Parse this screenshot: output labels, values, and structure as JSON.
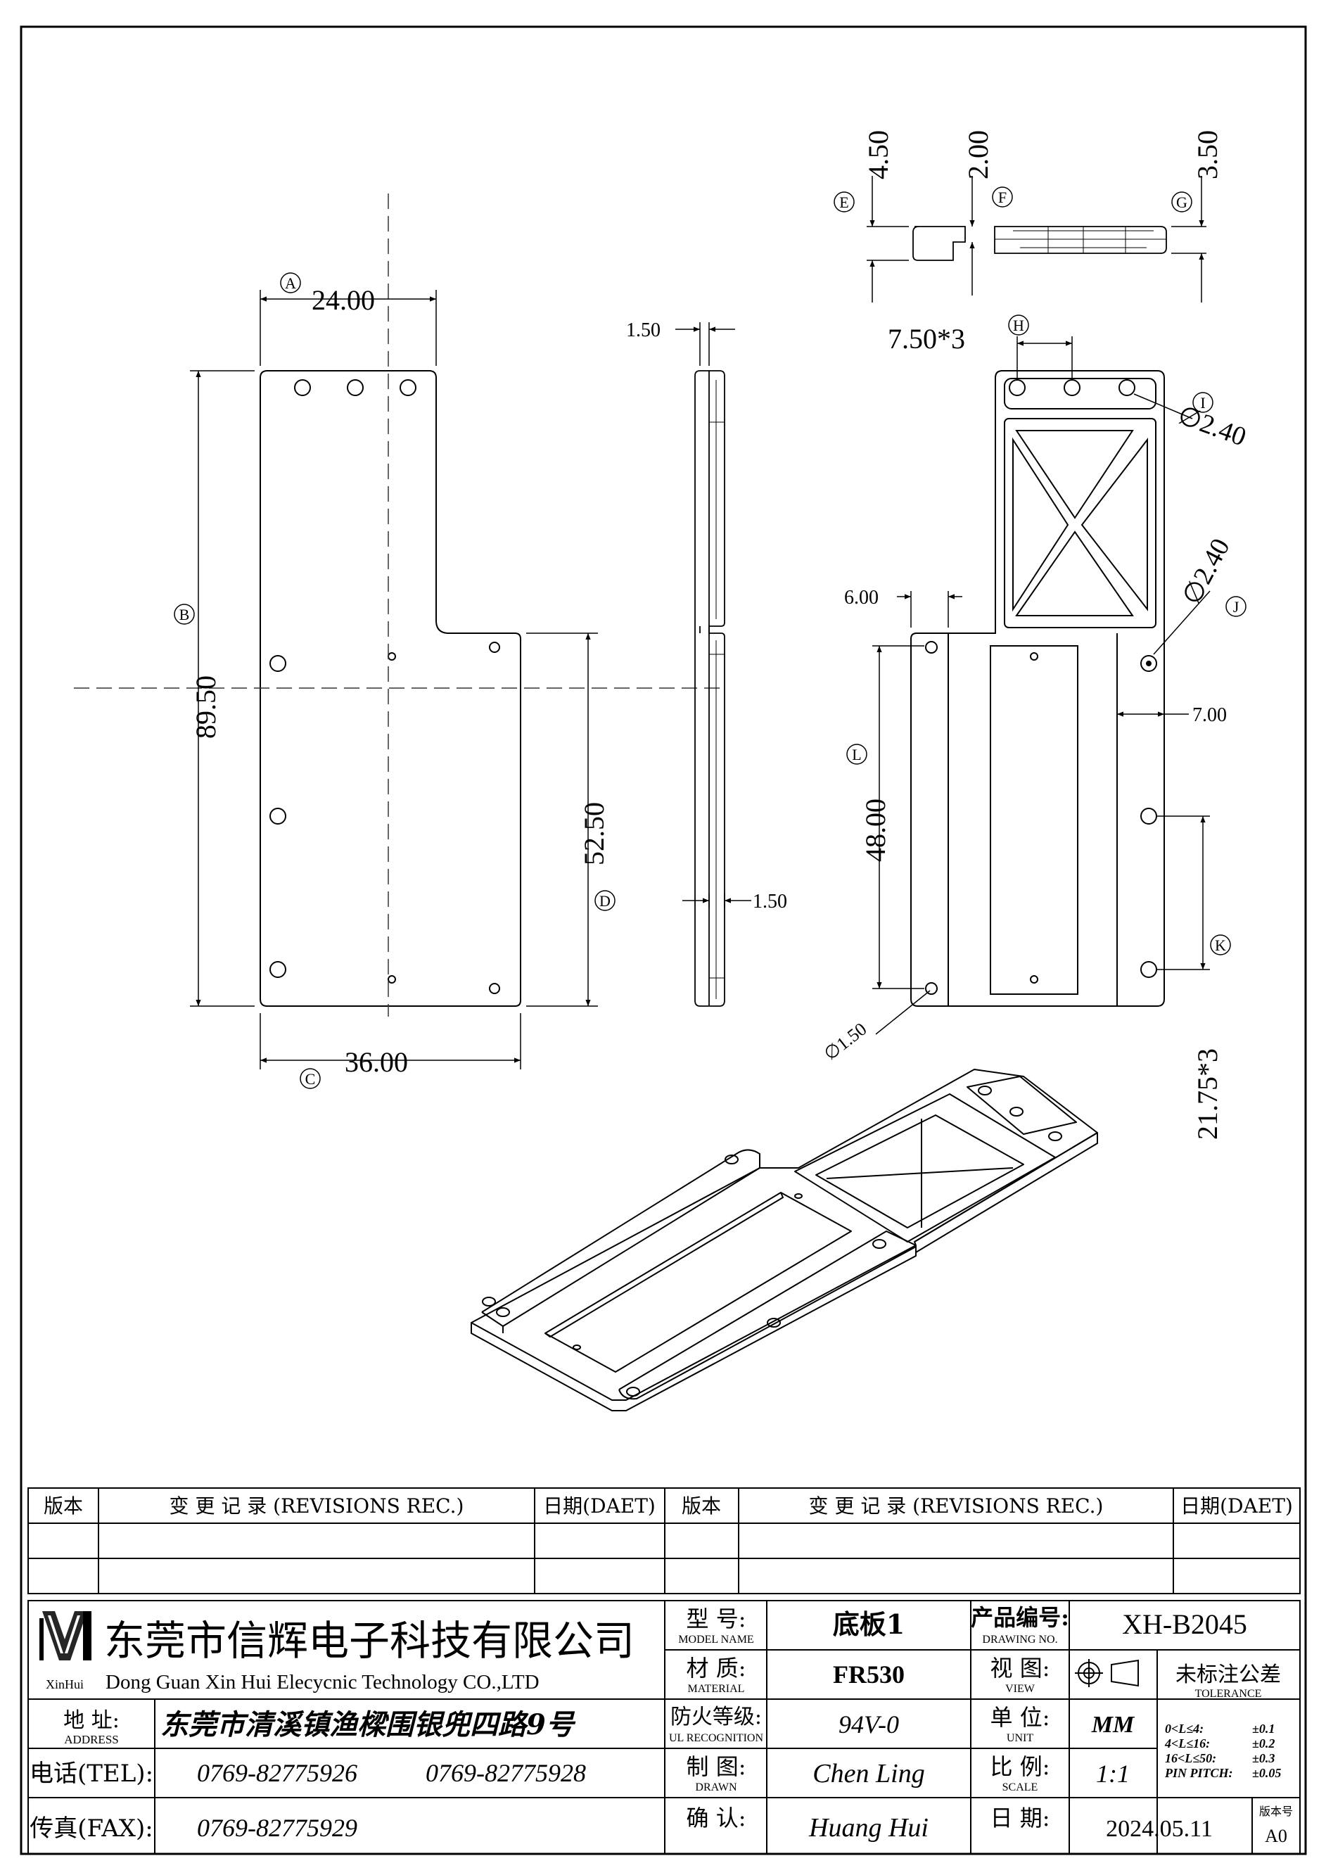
{
  "drawing": {
    "dims": {
      "a_value": "24.00",
      "b_value": "89.50",
      "c_value": "36.00",
      "d_value": "52.50",
      "side_top_thk": "1.50",
      "side_bot_thk": "1.50",
      "e_value": "4.50",
      "f_value": "2.00",
      "g_value": "3.50",
      "h_value": "7.50*3",
      "i_value": "∅2.40",
      "j_value": "∅2.40",
      "slot_width": "6.00",
      "rail_width": "7.00",
      "l_value": "48.00",
      "k_value": "21.75*3",
      "small_hole": "∅1.50"
    },
    "markers": {
      "a": "A",
      "b": "B",
      "c": "C",
      "d": "D",
      "e": "E",
      "f": "F",
      "g": "G",
      "h": "H",
      "i": "I",
      "j": "J",
      "k": "K",
      "l": "L"
    }
  },
  "revisions": {
    "headers": [
      "版本",
      "变 更 记 录 (REVISIONS REC.)",
      "日期(DAET)",
      "版本",
      "变 更 记 录 (REVISIONS REC.)",
      "日期(DAET)"
    ]
  },
  "title_block": {
    "company_cn": "东莞市信辉电子科技有限公司",
    "company_en": "Dong Guan Xin Hui Elecycnic Technology CO.,LTD",
    "logo_text": "XinHui",
    "address_label": "地  址:",
    "address_label_en": "ADDRESS",
    "address": "东莞市清溪镇渔樑围银兜四路9号",
    "tel_label": "电话(TEL):",
    "tel1": "0769-82775926",
    "tel2": "0769-82775928",
    "fax_label": "传真(FAX):",
    "fax": "0769-82775929",
    "model_label": "型  号:",
    "model_label_en": "MODEL NAME",
    "model": "底板1",
    "material_label": "材  质:",
    "material_label_en": "MATERIAL",
    "material": "FR530",
    "fire_label": "防火等级:",
    "fire_label_en": "UL RECOGNITION",
    "fire": "94V-0",
    "drawn_label": "制  图:",
    "drawn_label_en": "DRAWN",
    "drawn": "Chen Ling",
    "checked_label": "确  认:",
    "checked": "Huang Hui",
    "drawing_no_label": "产品编号:",
    "drawing_no_label_en": "DRAWING NO.",
    "drawing_no": "XH-B2045",
    "view_label": "视  图:",
    "view_label_en": "VIEW",
    "unit_label": "单  位:",
    "unit_label_en": "UNIT",
    "unit": "MM",
    "scale_label": "比  例:",
    "scale_label_en": "SCALE",
    "scale": "1:1",
    "date_label": "日  期:",
    "date": "2024.05.11",
    "version_label": "版本号",
    "version": "A0",
    "tolerance_label": "未标注公差",
    "tolerance_label_en": "TOLERANCE",
    "tolerances": [
      {
        "range": "0<L≤4:",
        "value": "±0.1"
      },
      {
        "range": "4<L≤16:",
        "value": "±0.2"
      },
      {
        "range": "16<L≤50:",
        "value": "±0.3"
      },
      {
        "range": "PIN PITCH:",
        "value": "±0.05"
      }
    ]
  }
}
